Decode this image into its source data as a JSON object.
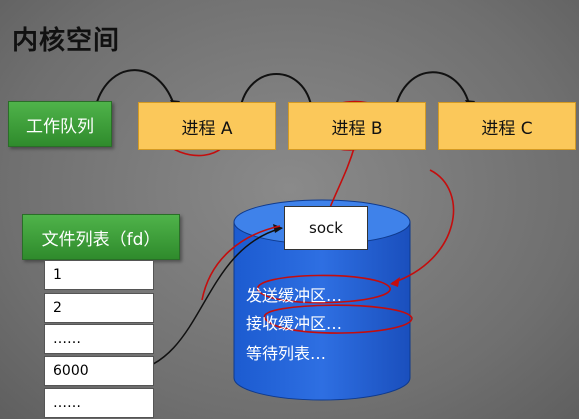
{
  "title": "内核空间",
  "work_queue": "工作队列",
  "processes": [
    "进程 A",
    "进程 B",
    "进程 C"
  ],
  "fd_list_title": "文件列表（fd）",
  "fd_rows": [
    "1",
    "2",
    "……",
    "6000",
    "……"
  ],
  "socket": {
    "label": "sock",
    "buffers": [
      "发送缓冲区…",
      "接收缓冲区…",
      "等待列表…"
    ]
  }
}
